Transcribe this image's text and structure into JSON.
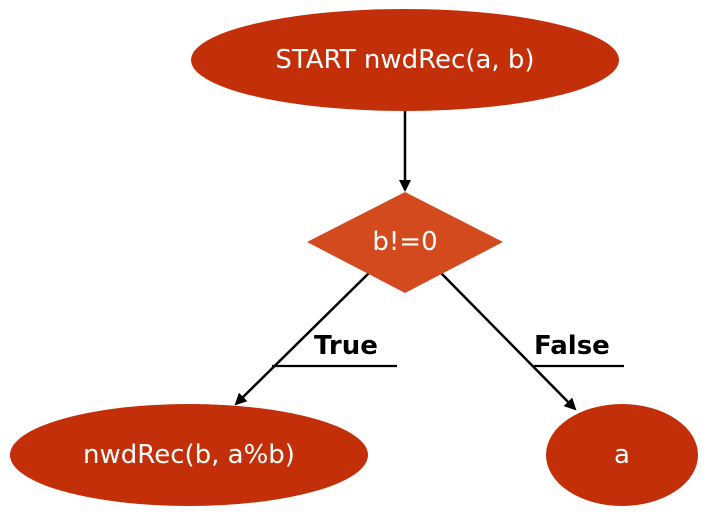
{
  "colors": {
    "node_fill": "#C32F08",
    "decision_fill": "#D24A1E",
    "node_text": "#FFFFFF",
    "edge": "#000000",
    "background": "#FFFFFF"
  },
  "nodes": {
    "start": {
      "label": "START nwdRec(a, b)",
      "shape": "ellipse"
    },
    "condition": {
      "label": "b!=0",
      "shape": "diamond"
    },
    "true_branch": {
      "label": "nwdRec(b, a%b)",
      "shape": "ellipse"
    },
    "false_branch": {
      "label": "a",
      "shape": "ellipse"
    }
  },
  "edges": {
    "start_to_condition": {
      "label": ""
    },
    "condition_true": {
      "label": "True"
    },
    "condition_false": {
      "label": "False"
    }
  }
}
